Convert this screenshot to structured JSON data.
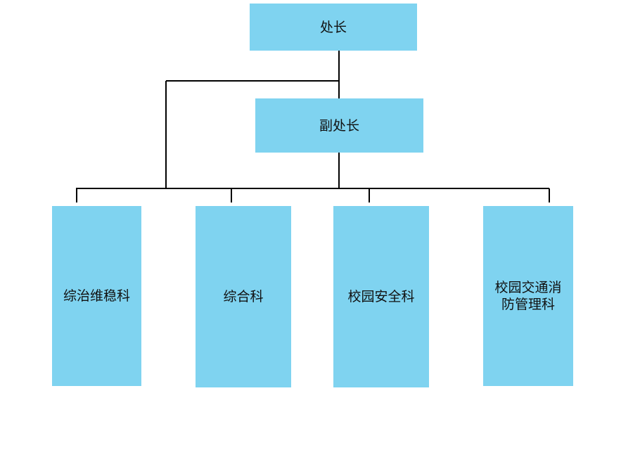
{
  "org_chart": {
    "chief": "处长",
    "deputy": "副处长",
    "departments": [
      "综治维稳科",
      "综合科",
      "校园安全科",
      "校园交通消防管理科"
    ]
  },
  "colors": {
    "box_fill": "#7fd3f0",
    "connector": "#000000",
    "background": "#ffffff"
  }
}
